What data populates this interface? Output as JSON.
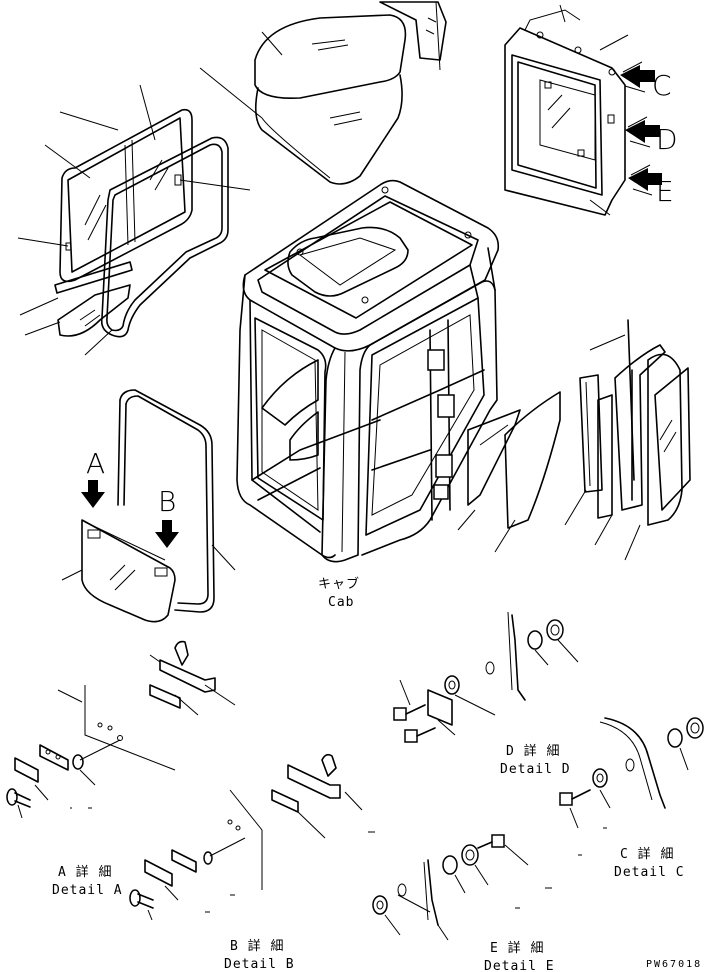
{
  "labels": {
    "cab_jp": "キャブ",
    "cab_en": "Cab",
    "detail_a_jp": "A 詳 細",
    "detail_a_en": "Detail A",
    "detail_b_jp": "B 詳 細",
    "detail_b_en": "Detail B",
    "detail_c_jp": "C 詳 細",
    "detail_c_en": "Detail C",
    "detail_d_jp": "D 詳 細",
    "detail_d_en": "Detail D",
    "detail_e_jp": "E 詳 細",
    "detail_e_en": "Detail E"
  },
  "view_markers": {
    "a": "A",
    "b": "B",
    "c": "C",
    "d": "D",
    "e": "E"
  },
  "drawing_number": "PW67018",
  "colors": {
    "line": "#000000",
    "background": "#ffffff"
  }
}
